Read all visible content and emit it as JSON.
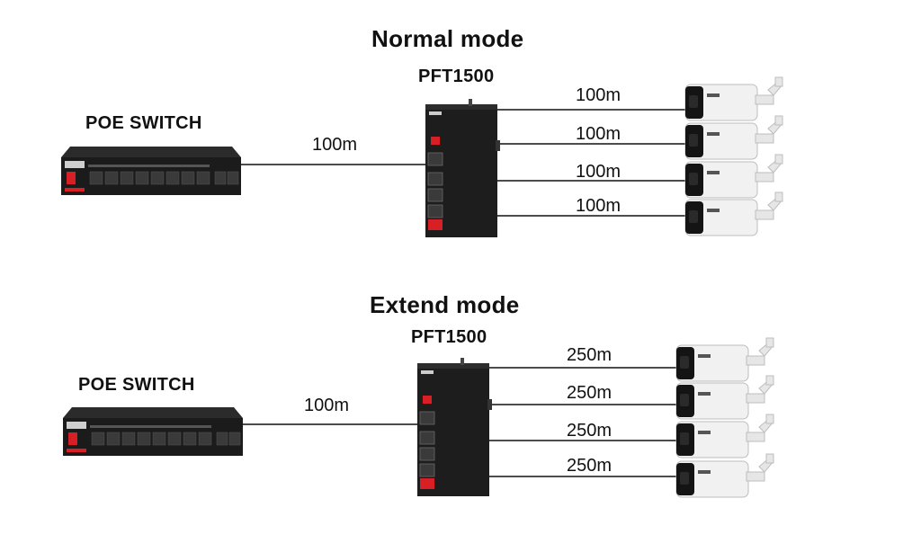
{
  "sections": [
    {
      "title": "Normal mode",
      "switch_label": "POE SWITCH",
      "extender_label": "PFT1500",
      "uplink_distance": "100m",
      "camera_distances": [
        "100m",
        "100m",
        "100m",
        "100m"
      ]
    },
    {
      "title": "Extend mode",
      "switch_label": "POE SWITCH",
      "extender_label": "PFT1500",
      "uplink_distance": "100m",
      "camera_distances": [
        "250m",
        "250m",
        "250m",
        "250m"
      ]
    }
  ],
  "colors": {
    "line": "#111111",
    "device_body": "#1b1b1b",
    "port": "#3a3a3a",
    "led_red": "#d81f26",
    "camera_body": "#f1f1f1",
    "camera_face": "#141414"
  },
  "icons": [
    "poe-switch-icon",
    "extender-icon",
    "bullet-camera-icon"
  ]
}
